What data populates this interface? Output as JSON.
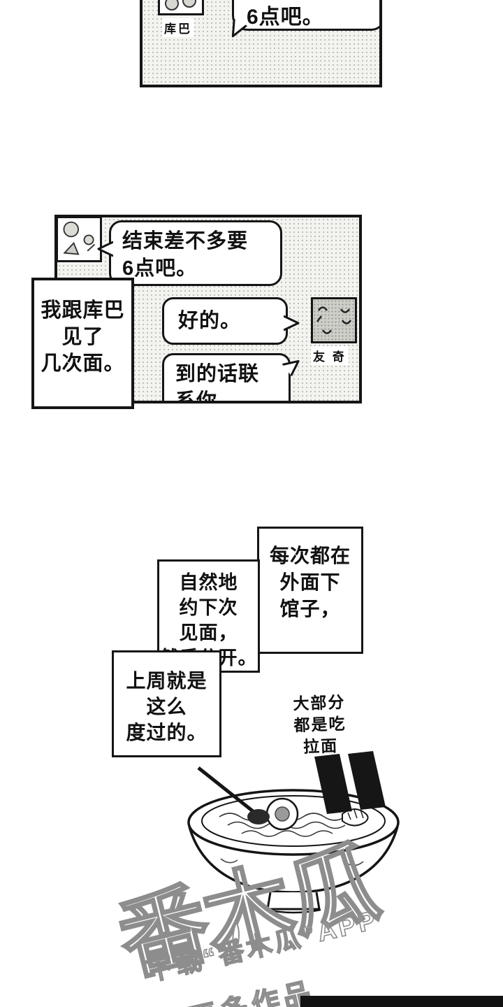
{
  "page": {
    "bg": "#ffffff",
    "ink": "#151515"
  },
  "panel_top": {
    "avatar_label": "库巴",
    "bubble_text": "6点吧。"
  },
  "panel_chat": {
    "bubble1": [
      "结束差不多要",
      "6点吧。"
    ],
    "narration": [
      "我跟库巴",
      "见了",
      "几次面。"
    ],
    "bubble2": "好的。",
    "friend_label": "友 奇",
    "bubble3": [
      "到的话联",
      "系你"
    ]
  },
  "captions": {
    "box_right": [
      "每次都在",
      "外面下",
      "馆子，"
    ],
    "box_mid": [
      "自然地",
      "约下次",
      "见面，",
      "然后分开。"
    ],
    "box_left": [
      "上周就是",
      "这么",
      "度过的。"
    ],
    "note": [
      "大部分",
      "都是吃",
      "拉面"
    ]
  },
  "watermark": {
    "logo": "番木瓜",
    "line1": "下载“番木瓜”APP",
    "line2": "更多作品"
  }
}
